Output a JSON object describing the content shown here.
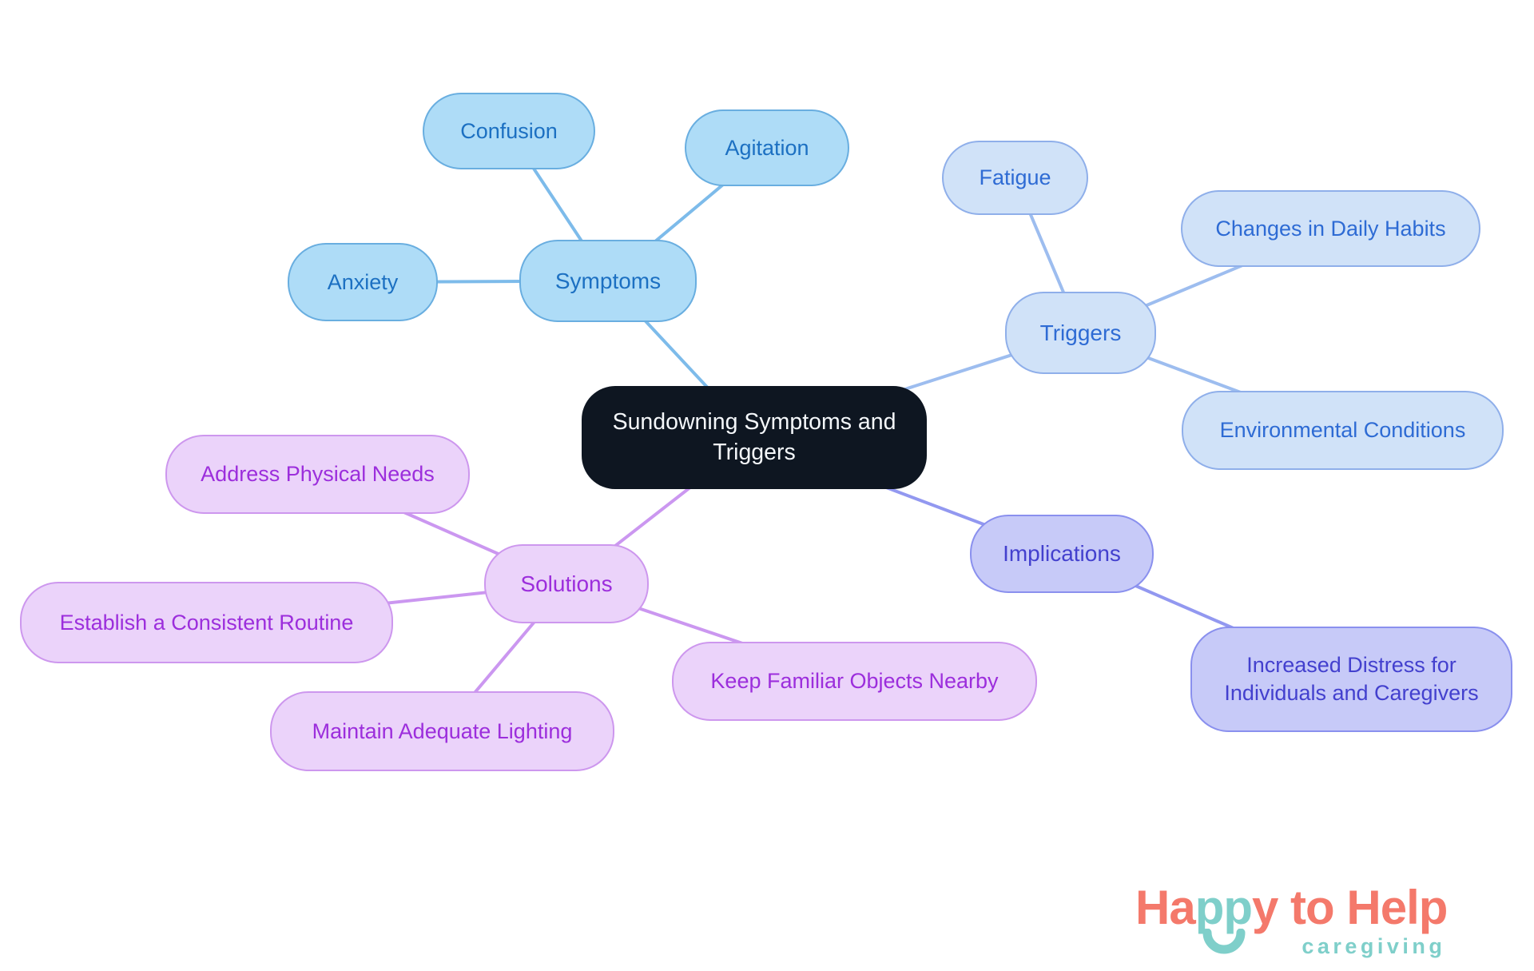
{
  "mindmap": {
    "center": {
      "id": "center",
      "label": "Sundowning Symptoms and Triggers"
    },
    "colors": {
      "center": {
        "fill": "#0E1621",
        "border": "#0E1621",
        "text": "#F4F7FA",
        "edge": "#0E1621"
      },
      "symptoms": {
        "fill": "#AEDCF7",
        "border": "#69AEE0",
        "text": "#1C70C2",
        "edge": "#7DBBEA"
      },
      "triggers": {
        "fill": "#D0E2F8",
        "border": "#8FAFEA",
        "text": "#2E6BD4",
        "edge": "#9DBDEF"
      },
      "implications": {
        "fill": "#C7CAF8",
        "border": "#8A90EE",
        "text": "#4340CE",
        "edge": "#9298F0"
      },
      "solutions": {
        "fill": "#EBD3FA",
        "border": "#CD97EE",
        "text": "#9C2EDC",
        "edge": "#CB97F0"
      }
    },
    "branches": [
      {
        "id": "symptoms",
        "label": "Symptoms",
        "children": [
          {
            "id": "confusion",
            "label": "Confusion"
          },
          {
            "id": "agitation",
            "label": "Agitation"
          },
          {
            "id": "anxiety",
            "label": "Anxiety"
          }
        ]
      },
      {
        "id": "triggers",
        "label": "Triggers",
        "children": [
          {
            "id": "fatigue",
            "label": "Fatigue"
          },
          {
            "id": "changes",
            "label": "Changes in Daily Habits"
          },
          {
            "id": "environmental",
            "label": "Environmental Conditions"
          }
        ]
      },
      {
        "id": "implications",
        "label": "Implications",
        "children": [
          {
            "id": "increased",
            "label": "Increased Distress for Individuals and Caregivers"
          }
        ]
      },
      {
        "id": "solutions",
        "label": "Solutions",
        "children": [
          {
            "id": "address",
            "label": "Address Physical Needs"
          },
          {
            "id": "establish",
            "label": "Establish a Consistent Routine"
          },
          {
            "id": "maintain",
            "label": "Maintain Adequate Lighting"
          },
          {
            "id": "keep",
            "label": "Keep Familiar Objects Nearby"
          }
        ]
      }
    ],
    "edges": [
      {
        "from": "center",
        "to": "symptoms",
        "branch": "symptoms"
      },
      {
        "from": "symptoms",
        "to": "confusion",
        "branch": "symptoms"
      },
      {
        "from": "symptoms",
        "to": "agitation",
        "branch": "symptoms"
      },
      {
        "from": "symptoms",
        "to": "anxiety",
        "branch": "symptoms"
      },
      {
        "from": "center",
        "to": "triggers",
        "branch": "triggers"
      },
      {
        "from": "triggers",
        "to": "fatigue",
        "branch": "triggers"
      },
      {
        "from": "triggers",
        "to": "changes",
        "branch": "triggers"
      },
      {
        "from": "triggers",
        "to": "environmental",
        "branch": "triggers"
      },
      {
        "from": "center",
        "to": "implications",
        "branch": "implications"
      },
      {
        "from": "implications",
        "to": "increased",
        "branch": "implications"
      },
      {
        "from": "center",
        "to": "solutions",
        "branch": "solutions"
      },
      {
        "from": "solutions",
        "to": "address",
        "branch": "solutions"
      },
      {
        "from": "solutions",
        "to": "establish",
        "branch": "solutions"
      },
      {
        "from": "solutions",
        "to": "maintain",
        "branch": "solutions"
      },
      {
        "from": "solutions",
        "to": "keep",
        "branch": "solutions"
      }
    ],
    "edge_width": 4
  },
  "logo": {
    "segments": [
      {
        "text": "Ha",
        "color": "coral"
      },
      {
        "text": "pp",
        "color": "teal"
      },
      {
        "text": "y",
        "color": "coral"
      },
      {
        "text": " to ",
        "color": "coral"
      },
      {
        "text": "Help",
        "color": "coral"
      }
    ],
    "tagline": "caregiving",
    "colors": {
      "coral": "#F4796B",
      "teal": "#7FCFCA"
    }
  }
}
